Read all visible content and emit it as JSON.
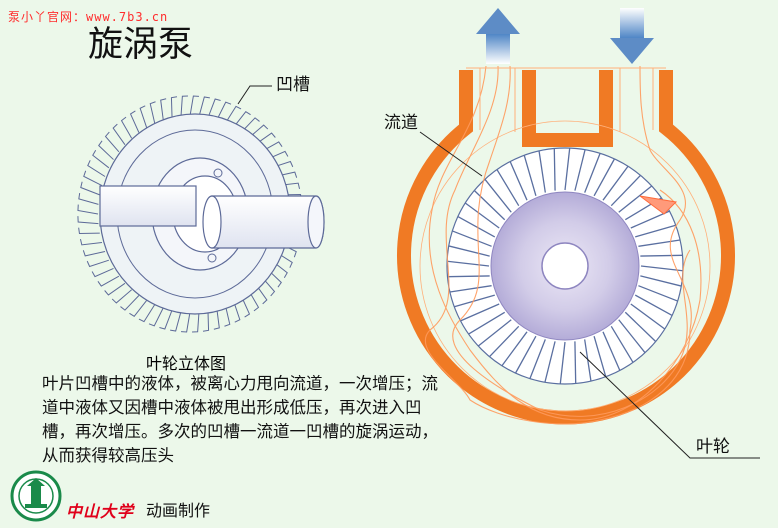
{
  "watermark": "泵小丫官网：www.7b3.cn",
  "title": "旋涡泵",
  "labels": {
    "groove": "凹槽",
    "channel": "流道",
    "impeller": "叶轮"
  },
  "caption": "叶轮立体图",
  "description": "叶片凹槽中的液体，被离心力甩向流道，一次增压；流道中液体又因槽中液体被甩出形成低压，再次进入凹槽，再次增压。多次的凹槽一流道一凹槽的旋涡运动，从而获得较高压头",
  "footer": {
    "university": "中山大学",
    "credit": "动画制作"
  },
  "colors": {
    "casing": "#f07a24",
    "impeller_line": "#5a6fa0",
    "hub": "#c8c0e4",
    "flow_line": "#ff9a5c",
    "arrow_up": "#6f9ecf",
    "arrow_down": "#5d88c4",
    "logo": "#1a8a4a"
  },
  "icons": {
    "outlet": "arrow-up-icon",
    "inlet": "arrow-down-icon",
    "logo": "university-logo-icon"
  }
}
